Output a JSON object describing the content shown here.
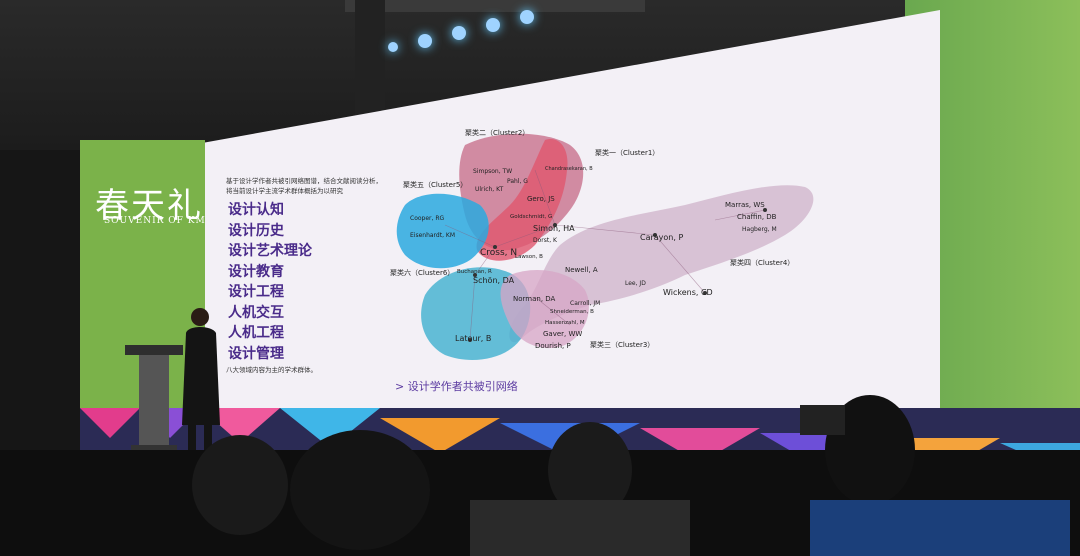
{
  "logo": {
    "chinese": "春天礼",
    "english": "SOUVENIR OF KM"
  },
  "slide": {
    "intro": "基于设计学作者共被引网络图谱，结合文献阅读分析，将当前设计学主流学术群体概括为以研究",
    "fields": [
      "设计认知",
      "设计历史",
      "设计艺术理论",
      "设计教育",
      "设计工程",
      "人机交互",
      "人机工程",
      "设计管理"
    ],
    "outro": "八大领域内容为主的学术群体。",
    "caption": "> 设计学作者共被引网络",
    "clusters": {
      "c1": "聚类一（Cluster1）",
      "c2": "聚类二（Cluster2）",
      "c3": "聚类三（Cluster3）",
      "c4": "聚类四（Cluster4）",
      "c5": "聚类五（Cluster5）",
      "c6": "聚类六（Cluster6）"
    },
    "authors": {
      "simon": "Simon, HA",
      "cross": "Cross, N",
      "schon": "Schön, DA",
      "latour": "Latour, B",
      "norman": "Norman, DA",
      "carroll": "Carroll, JM",
      "gaver": "Gaver, WW",
      "dourish": "Dourish, P",
      "carayon": "Carayon, P",
      "wickens": "Wickens, CD",
      "marras": "Marras, WS",
      "chaffin": "Chaffin, DB",
      "hagberg": "Hagberg, M",
      "newell": "Newell, A",
      "simpson": "Simpson, TW",
      "ulrich": "Ulrich, KT",
      "pahl": "Pahl, G",
      "gero": "Gero, JS",
      "cooper": "Cooper, RG",
      "goldschmidt": "Goldschmidt, G",
      "chandrasekaran": "Chandrasekaran, B",
      "eisenhardt": "Eisenhardt, KM",
      "lee": "Lee, JD",
      "shneiderman": "Shneiderman, B",
      "hassenzahl": "Hassenzahl, M",
      "buchanan": "Buchanan, R",
      "dorst": "Dorst, K",
      "lawson": "Lawson, B"
    }
  },
  "colors": {
    "cluster1": "#e0566e",
    "cluster2": "#c56a86",
    "cluster3": "#d7a6c6",
    "cluster4": "#cfb3c9",
    "cluster5": "#2aa9df",
    "cluster6": "#3fb0cf"
  }
}
